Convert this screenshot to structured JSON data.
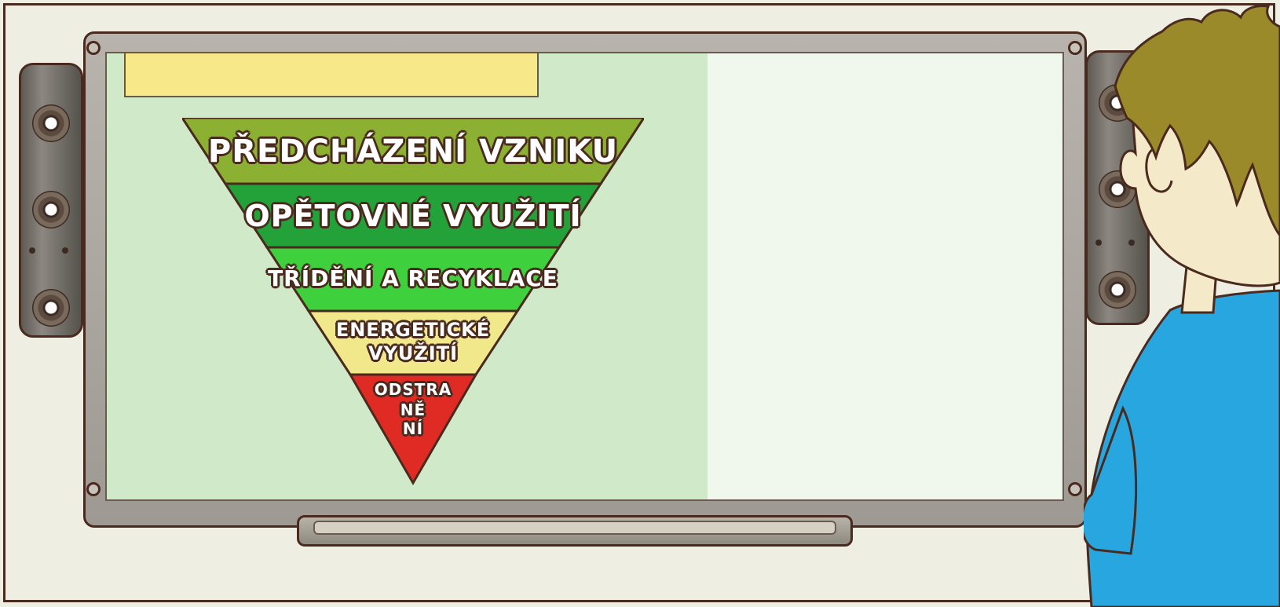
{
  "pyramid": {
    "layers": [
      {
        "label": "PŘEDCHÁZENÍ VZNIKU",
        "color": "#8bb032"
      },
      {
        "label": "OPĚTOVNÉ VYUŽITÍ",
        "color": "#23a23a"
      },
      {
        "label": "TŘÍDĚNÍ A RECYKLACE",
        "color": "#3fd13d"
      },
      {
        "label": "ENERGETICKÉ",
        "label2": "VYUŽITÍ",
        "color": "#f0e88a"
      },
      {
        "label": "ODSTRA",
        "label2": "NĚ",
        "label3": "NÍ",
        "color": "#e02b25"
      }
    ]
  },
  "colors": {
    "screen_left": "#cfe9c9",
    "screen_right": "#f0f7ec",
    "sticky_note": "#f7e98a",
    "boy_shirt": "#27a6e0",
    "boy_hair": "#9a8a2a",
    "outline": "#4a2a1e"
  }
}
